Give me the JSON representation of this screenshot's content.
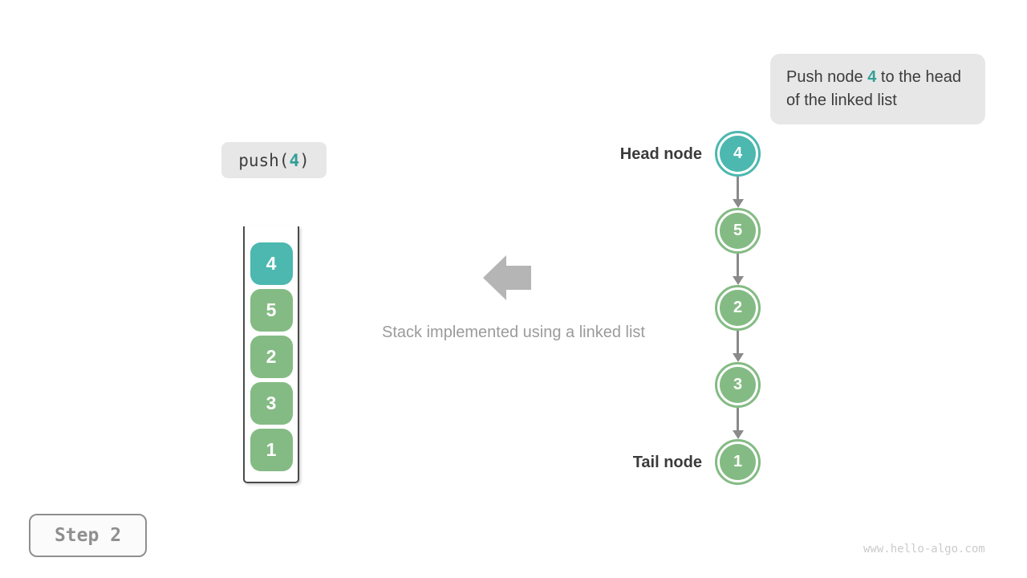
{
  "callout": {
    "prefix": "Push node ",
    "highlight": "4",
    "suffix": " to the head of the linked list"
  },
  "code_chip": {
    "prefix": "push(",
    "arg": "4",
    "suffix": ")"
  },
  "stack": {
    "items": [
      "4",
      "5",
      "2",
      "3",
      "1"
    ]
  },
  "linked_list": {
    "head_label": "Head node",
    "tail_label": "Tail node",
    "nodes": [
      "4",
      "5",
      "2",
      "3",
      "1"
    ]
  },
  "caption": "Stack implemented using a linked list",
  "step_badge": "Step 2",
  "watermark": "www.hello-algo.com",
  "colors": {
    "accent_teal": "#4cb8b0",
    "accent_teal_text": "#339e97",
    "node_green": "#84bb84",
    "block_arrow_gray": "#b5b5b5",
    "link_arrow_gray": "#8a8a8a",
    "callout_bg": "#e7e7e7",
    "text_dark": "#3c3c3c",
    "caption_gray": "#9b9b9b",
    "step_gray": "#8f8f8f",
    "watermark_gray": "#cbcbcb"
  }
}
